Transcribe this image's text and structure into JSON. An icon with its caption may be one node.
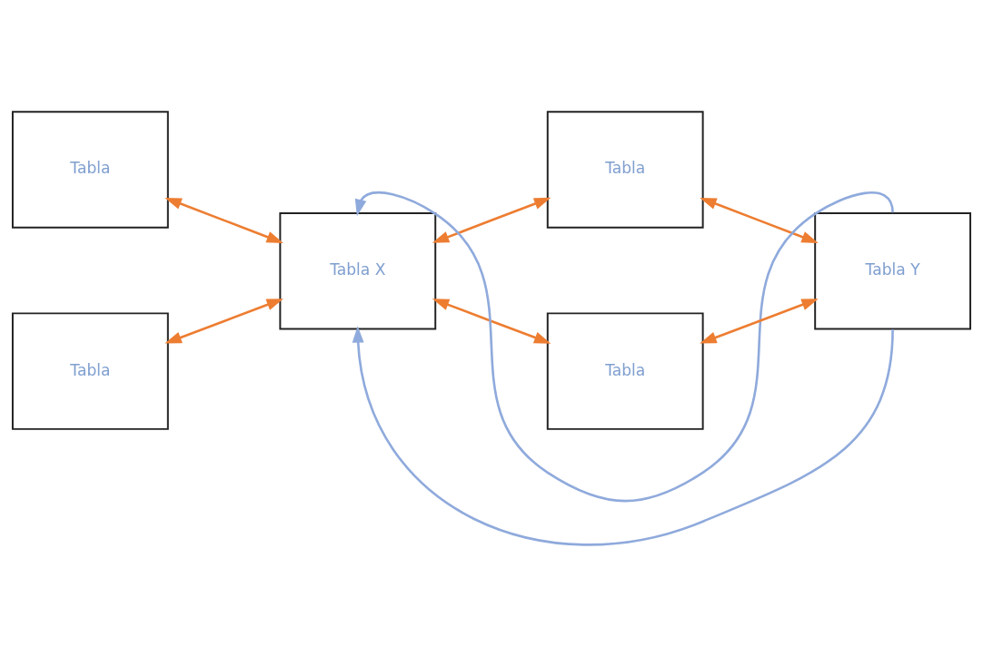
{
  "diagram": {
    "nodes": [
      {
        "text": [
          "Tabla"
        ]
      },
      {
        "text": [
          "Tabla"
        ]
      },
      {
        "text": [
          "Tabla X"
        ]
      },
      {
        "text": [
          "Tabla Y"
        ]
      },
      {
        "text": [
          "Tabla"
        ]
      },
      {
        "text": [
          "Tabla"
        ]
      }
    ],
    "edges": [
      {
        "from": 0,
        "to": 2,
        "arrow": "both"
      },
      {
        "from": 2,
        "to": 1,
        "arrow": "both"
      },
      {
        "from": 1,
        "to": 3,
        "arrow": "both"
      },
      {
        "from": 4,
        "to": 2,
        "arrow": "both"
      },
      {
        "from": 2,
        "to": 5,
        "arrow": "both"
      },
      {
        "from": 5,
        "to": 3,
        "arrow": "both"
      },
      {
        "from": 3,
        "to": 2,
        "arrow": "to",
        "color": "#8faadc"
      },
      {
        "from": 3,
        "to": 2,
        "arrow": "to",
        "color": "#8faadc"
      }
    ]
  }
}
